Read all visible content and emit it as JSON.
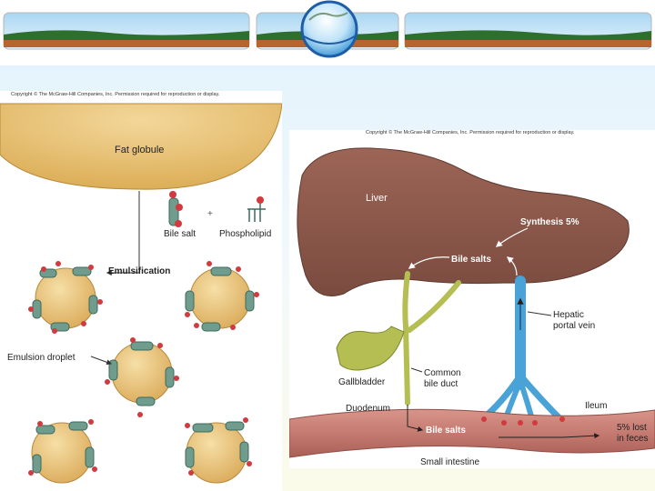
{
  "colors": {
    "sky_top": "#d6ecfb",
    "fat": "#e8c172",
    "liver": "#8e5a4c",
    "gallbladder": "#b4be52",
    "intestine": "#c98278",
    "vein": "#4aa3d6",
    "molecule_head": "#d23a3f",
    "molecule_body": "#6f9c8c"
  },
  "banner": {
    "icon": "globe-icon"
  },
  "emulsification": {
    "copyright": "Copyright © The McGraw-Hill Companies, Inc. Permission required for reproduction or display.",
    "fat_globule": "Fat globule",
    "bile_salt": "Bile salt",
    "plus": "+",
    "phospholipid": "Phospholipid",
    "emulsification": "Emulsification",
    "emulsion_droplet": "Emulsion droplet"
  },
  "enterohepatic": {
    "copyright": "Copyright © The McGraw-Hill Companies, Inc. Permission required for reproduction or display.",
    "liver": "Liver",
    "synthesis": "Synthesis 5%",
    "bile_salts_top": "Bile salts",
    "hepatic_portal_vein": [
      "Hepatic",
      "portal vein"
    ],
    "gallbladder": "Gallbladder",
    "common_bile_duct": [
      "Common",
      "bile duct"
    ],
    "duodenum": "Duodenum",
    "ileum": "Ileum",
    "bile_salts_bottom": "Bile salts",
    "lost_in_feces": [
      "5% lost",
      "in feces"
    ],
    "small_intestine": "Small intestine"
  }
}
